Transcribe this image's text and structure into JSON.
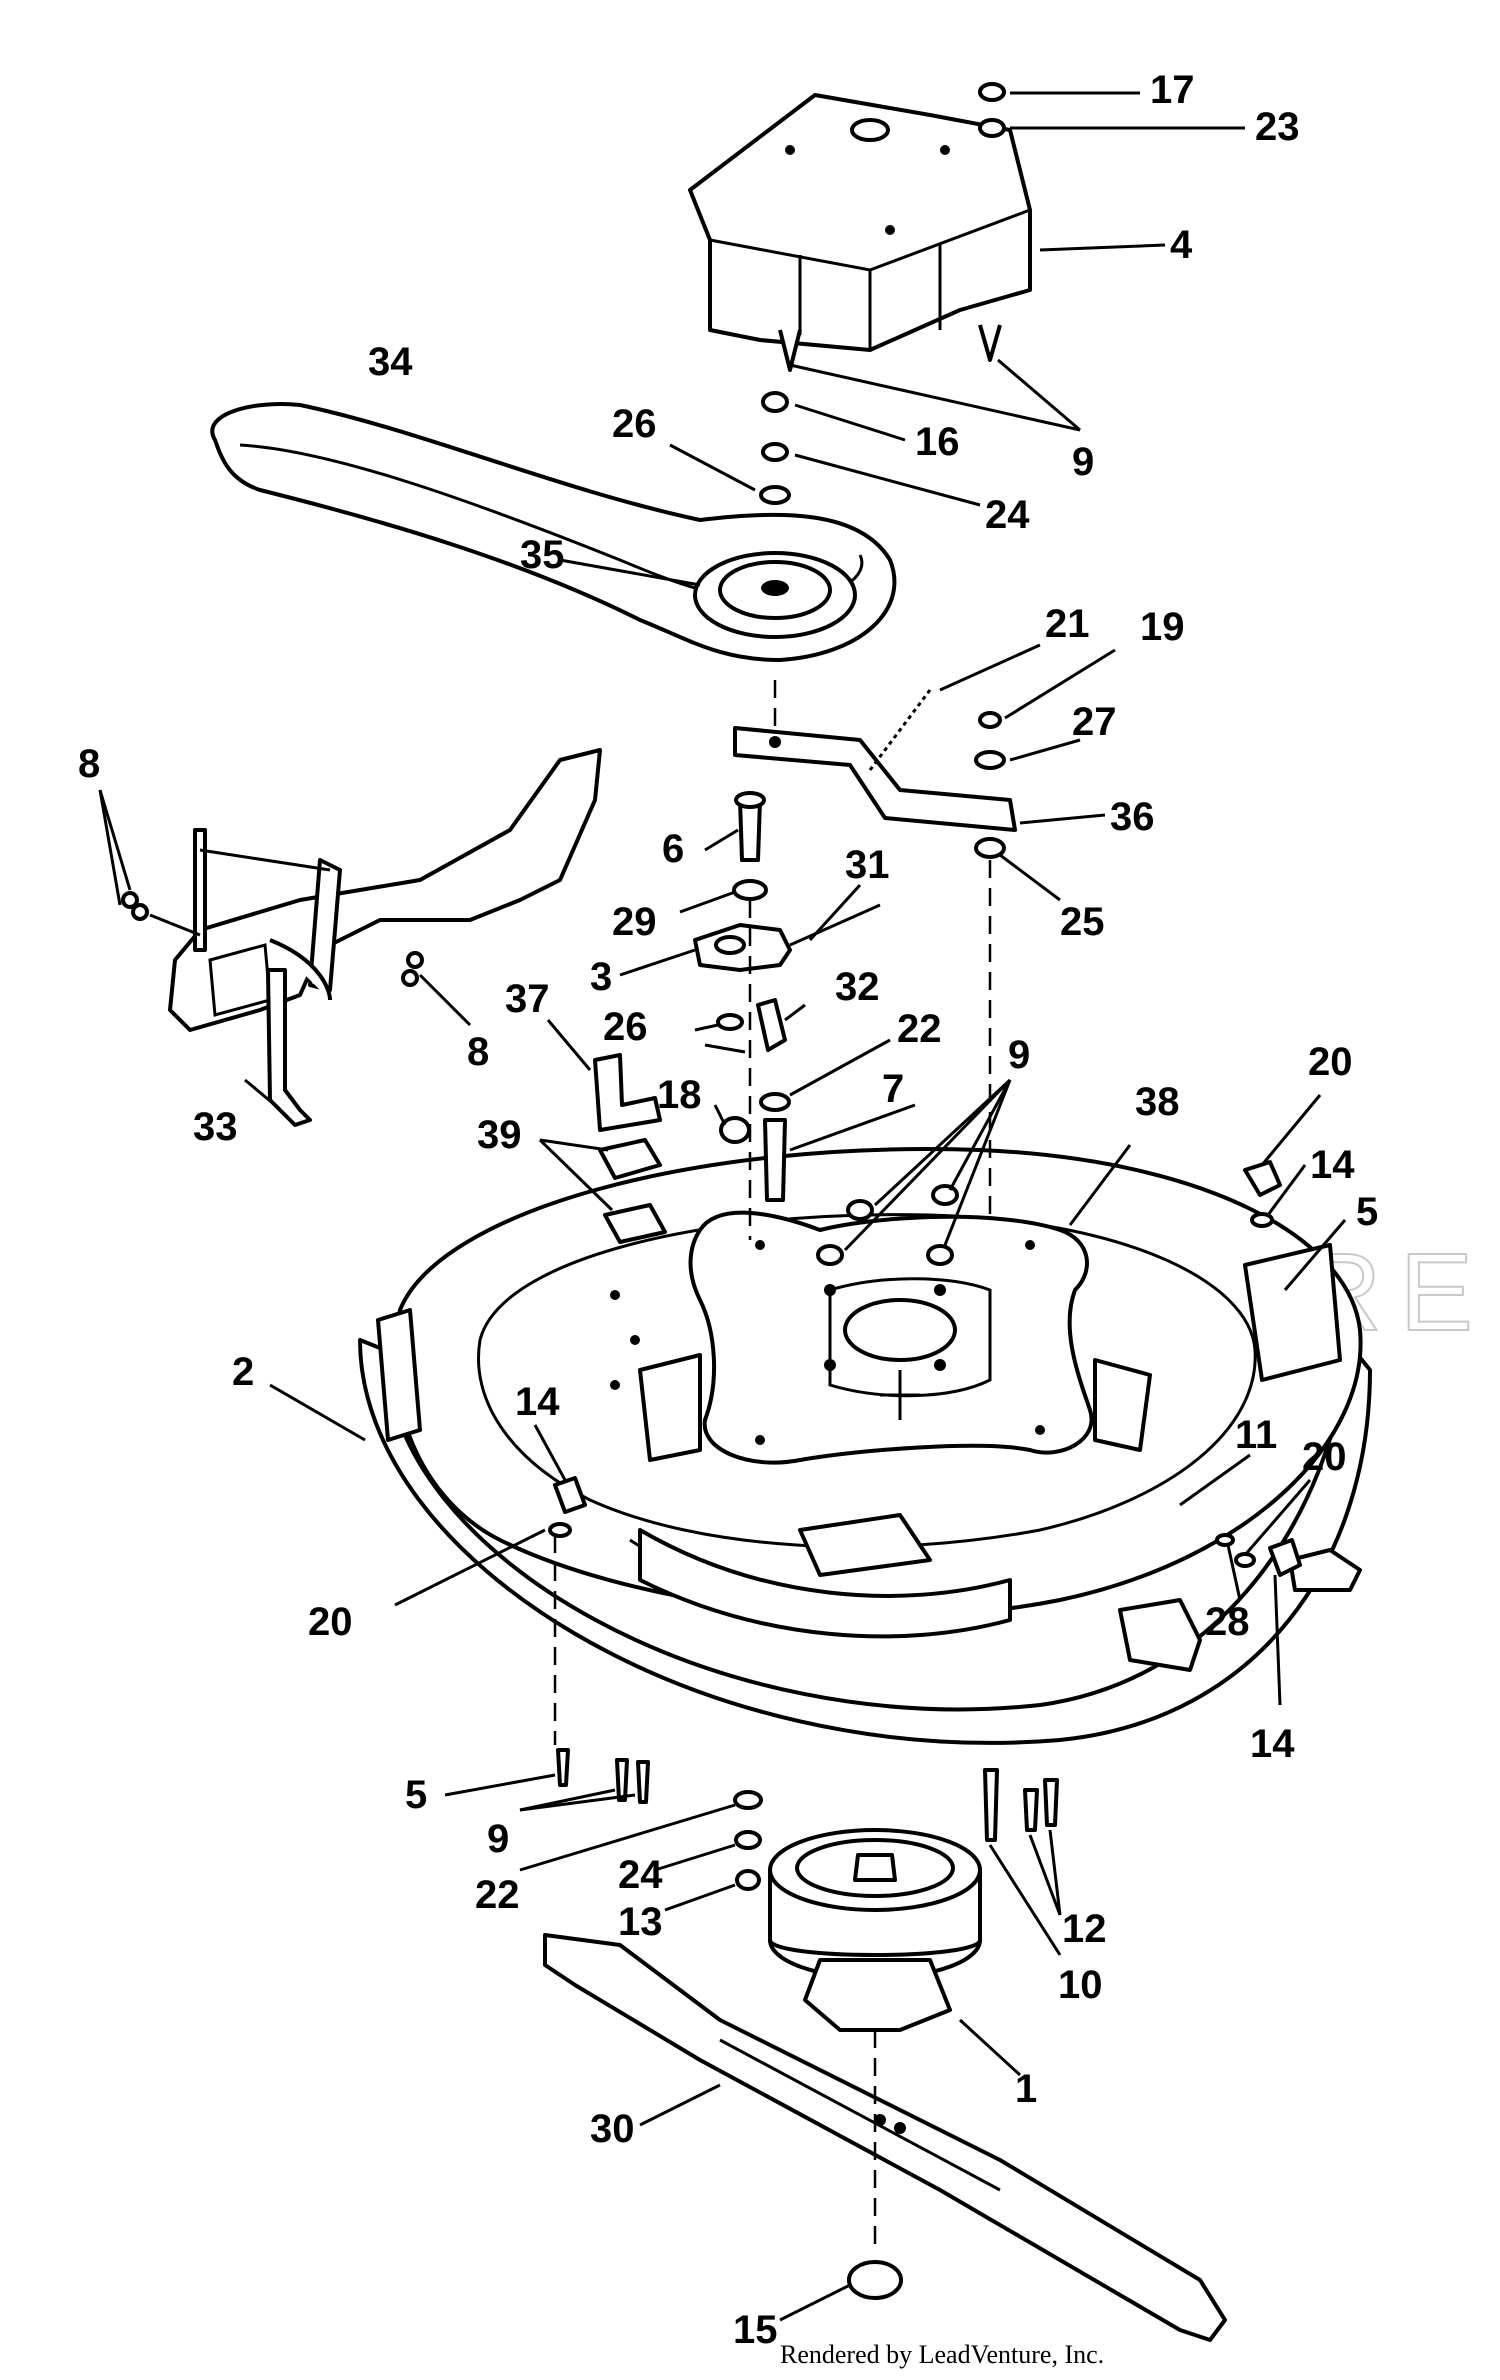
{
  "diagram": {
    "callouts": [
      {
        "label": "17"
      },
      {
        "label": "23"
      },
      {
        "label": "4"
      },
      {
        "label": "9"
      },
      {
        "label": "34"
      },
      {
        "label": "26"
      },
      {
        "label": "16"
      },
      {
        "label": "24"
      },
      {
        "label": "35"
      },
      {
        "label": "21"
      },
      {
        "label": "19"
      },
      {
        "label": "27"
      },
      {
        "label": "36"
      },
      {
        "label": "25"
      },
      {
        "label": "8"
      },
      {
        "label": "8"
      },
      {
        "label": "6"
      },
      {
        "label": "29"
      },
      {
        "label": "31"
      },
      {
        "label": "3"
      },
      {
        "label": "32"
      },
      {
        "label": "37"
      },
      {
        "label": "26"
      },
      {
        "label": "22"
      },
      {
        "label": "18"
      },
      {
        "label": "7"
      },
      {
        "label": "9"
      },
      {
        "label": "33"
      },
      {
        "label": "39"
      },
      {
        "label": "38"
      },
      {
        "label": "20"
      },
      {
        "label": "14"
      },
      {
        "label": "5"
      },
      {
        "label": "2"
      },
      {
        "label": "14"
      },
      {
        "label": "11"
      },
      {
        "label": "20"
      },
      {
        "label": "20"
      },
      {
        "label": "28"
      },
      {
        "label": "14"
      },
      {
        "label": "5"
      },
      {
        "label": "9"
      },
      {
        "label": "22"
      },
      {
        "label": "24"
      },
      {
        "label": "13"
      },
      {
        "label": "12"
      },
      {
        "label": "10"
      },
      {
        "label": "1"
      },
      {
        "label": "30"
      },
      {
        "label": "15"
      }
    ],
    "watermark": "LEADVENTURE",
    "credit": "Rendered by LeadVenture, Inc."
  },
  "colors": {
    "ink": "#000000",
    "paper": "#ffffff",
    "watermark": "#c8c8c8"
  }
}
